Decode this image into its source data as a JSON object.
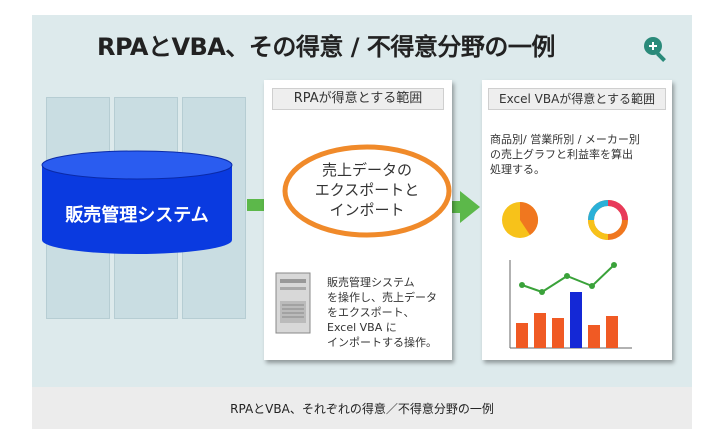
{
  "title": "RPAとVBA、その得意 / 不得意分野の一例",
  "caption": "RPAとVBA、それぞれの得意／不得意分野の一例",
  "icons": {
    "zoom": "zoom-in-icon",
    "server": "server-tower-icon"
  },
  "database": {
    "label": "販売管理システム",
    "color": "#0a3ae0"
  },
  "rpa_panel": {
    "heading": "RPAが得意とする範囲",
    "bubble": [
      "売上データの",
      "エクスポートと",
      "インポート"
    ],
    "description": [
      "販売管理システム",
      "を操作し、売上データ",
      "をエクスポート、",
      "Excel VBA に",
      "インポートする操作。"
    ]
  },
  "vba_panel": {
    "heading": "Excel VBAが得意とする範囲",
    "description": [
      "商品別/ 営業所別 / メーカー別",
      "の売上グラフと利益率を算出",
      "処理する。"
    ]
  },
  "colors": {
    "arrow": "#5cb84a",
    "oval": "#f08a2a",
    "bar": "#f05a24",
    "bar_highlight": "#1428d6",
    "line": "#3aa23a"
  }
}
